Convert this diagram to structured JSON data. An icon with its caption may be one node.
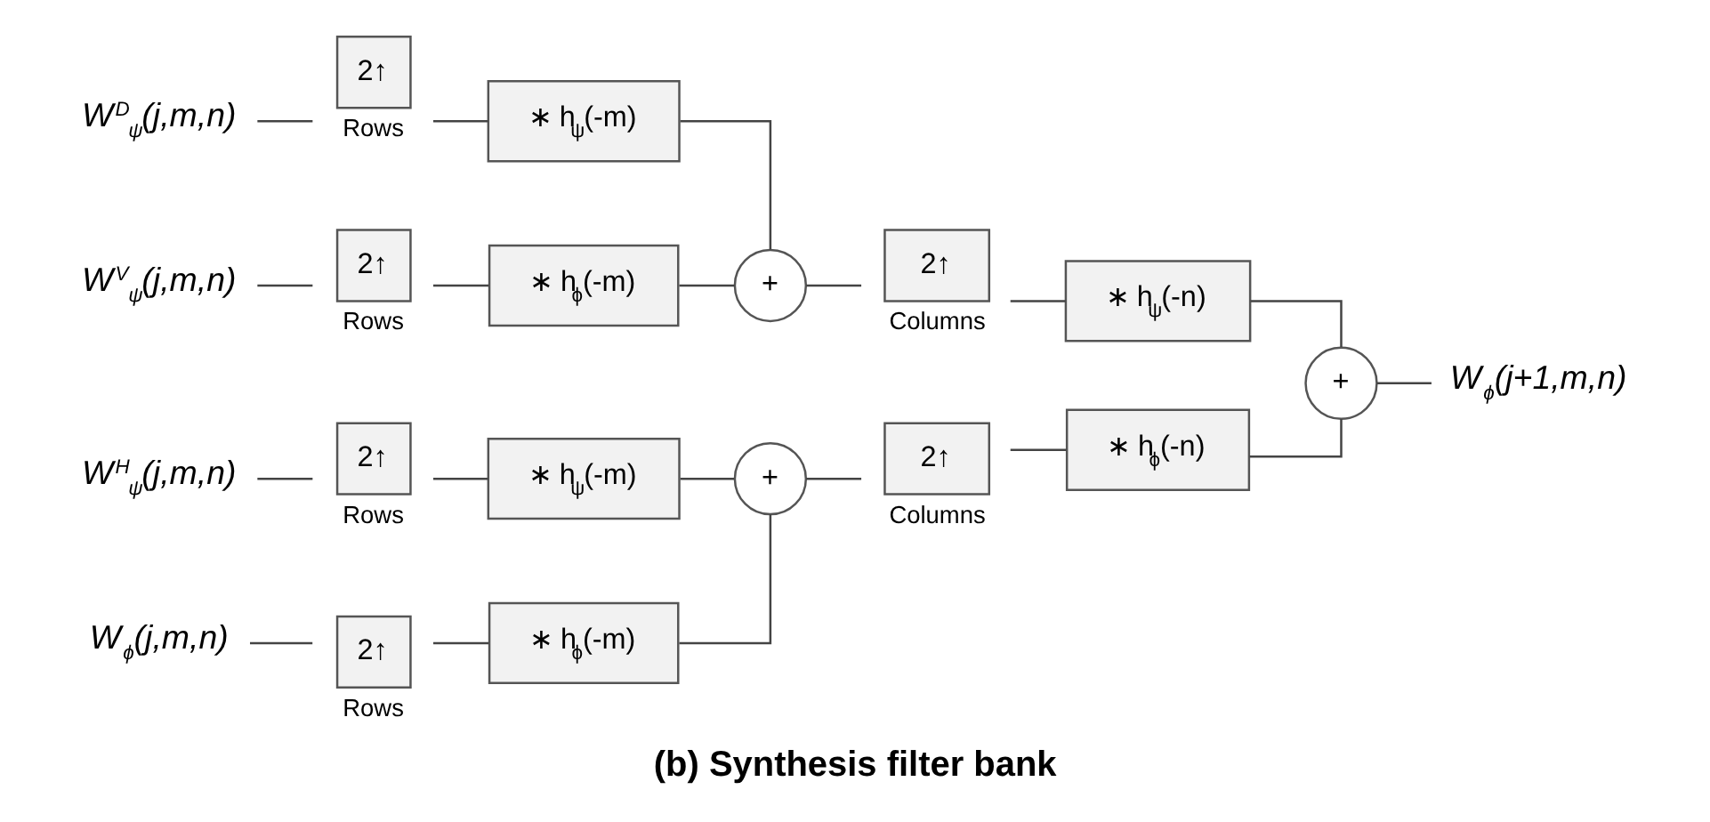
{
  "diagram": {
    "caption": "(b) Synthesis filter bank",
    "nodes": [
      {
        "text": [
          "W$^{D}$$_{ψ}$(j,m,n)"
        ]
      },
      {
        "text": [
          "2↑"
        ],
        "beside": [
          "Rows"
        ]
      },
      {
        "text": [
          "∗ h$_{ψ}$(-m)"
        ]
      },
      {
        "text": [
          "W$^{V}$$_{ψ}$(j,m,n)"
        ]
      },
      {
        "text": [
          "2↑"
        ],
        "beside": [
          "Rows"
        ]
      },
      {
        "text": [
          "∗ h$_{ϕ}$(-m)"
        ]
      },
      {
        "text": [
          "+"
        ]
      },
      {
        "text": [
          "2↑"
        ],
        "beside": [
          "Columns"
        ]
      },
      {
        "text": [
          "∗ h$_{ψ}$(-n)"
        ]
      },
      {
        "text": [
          "W$^{H}$$_{ψ}$(j,m,n)"
        ]
      },
      {
        "text": [
          "2↑"
        ],
        "beside": [
          "Rows"
        ]
      },
      {
        "text": [
          "∗ h$_{ψ}$(-m)"
        ]
      },
      {
        "text": [
          "W$_{ϕ}$(j,m,n)"
        ]
      },
      {
        "text": [
          "2↑"
        ],
        "beside": [
          "Rows"
        ]
      },
      {
        "text": [
          "∗ h$_{ϕ}$(-m)"
        ]
      },
      {
        "text": [
          "+"
        ]
      },
      {
        "text": [
          "2↑"
        ],
        "beside": [
          "Columns"
        ]
      },
      {
        "text": [
          "∗ h$_{ϕ}$(-n)"
        ]
      },
      {
        "text": [
          "+"
        ]
      },
      {
        "text": [
          "W$_{ϕ}$(j+1,m,n)"
        ]
      }
    ],
    "edges": [
      {
        "from": 0,
        "to": 1,
        "arrow": "none"
      },
      {
        "from": 1,
        "to": 2,
        "arrow": "none"
      },
      {
        "from": 2,
        "to": 6,
        "arrow": "none"
      },
      {
        "from": 3,
        "to": 4,
        "arrow": "none"
      },
      {
        "from": 4,
        "to": 5,
        "arrow": "none"
      },
      {
        "from": 5,
        "to": 6,
        "arrow": "none"
      },
      {
        "from": 6,
        "to": 7,
        "arrow": "none"
      },
      {
        "from": 7,
        "to": 8,
        "arrow": "none"
      },
      {
        "from": 8,
        "to": 18,
        "arrow": "none"
      },
      {
        "from": 9,
        "to": 10,
        "arrow": "none"
      },
      {
        "from": 10,
        "to": 11,
        "arrow": "none"
      },
      {
        "from": 11,
        "to": 15,
        "arrow": "none"
      },
      {
        "from": 12,
        "to": 13,
        "arrow": "none"
      },
      {
        "from": 13,
        "to": 14,
        "arrow": "none"
      },
      {
        "from": 14,
        "to": 15,
        "arrow": "none"
      },
      {
        "from": 15,
        "to": 16,
        "arrow": "none"
      },
      {
        "from": 16,
        "to": 17,
        "arrow": "none"
      },
      {
        "from": 17,
        "to": 18,
        "arrow": "none"
      },
      {
        "from": 18,
        "to": 19,
        "arrow": "none"
      }
    ]
  }
}
